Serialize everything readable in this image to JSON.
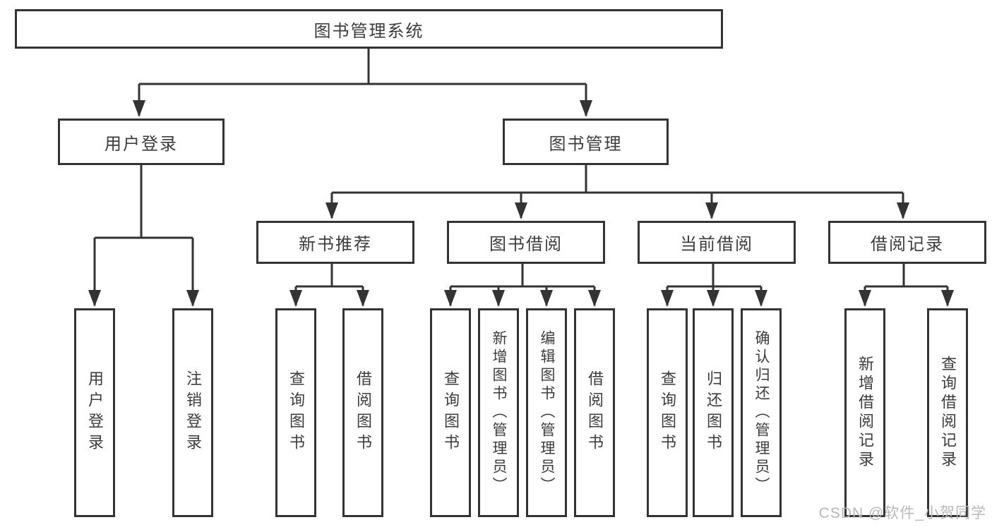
{
  "diagram": {
    "root": "图书管理系统",
    "level2": [
      "用户登录",
      "图书管理"
    ],
    "level3": [
      "新书推荐",
      "图书借阅",
      "当前借阅",
      "借阅记录"
    ],
    "leaves": {
      "login": [
        "用户登录",
        "注销登录"
      ],
      "recommend": [
        "查询图书",
        "借阅图书"
      ],
      "borrow": [
        "查询图书",
        "新增图书（管理员）",
        "编辑图书（管理员）",
        "借阅图书"
      ],
      "current": [
        "查询图书",
        "归还图书",
        "确认归还（管理员）"
      ],
      "records": [
        "新增借阅记录",
        "查询借阅记录"
      ]
    }
  },
  "watermark": "CSDN @软件_小贺同学",
  "colors": {
    "line": "#333333",
    "text": "#3c3c3c",
    "box_background": "#ffffff",
    "watermark": "#b8b8b8"
  }
}
